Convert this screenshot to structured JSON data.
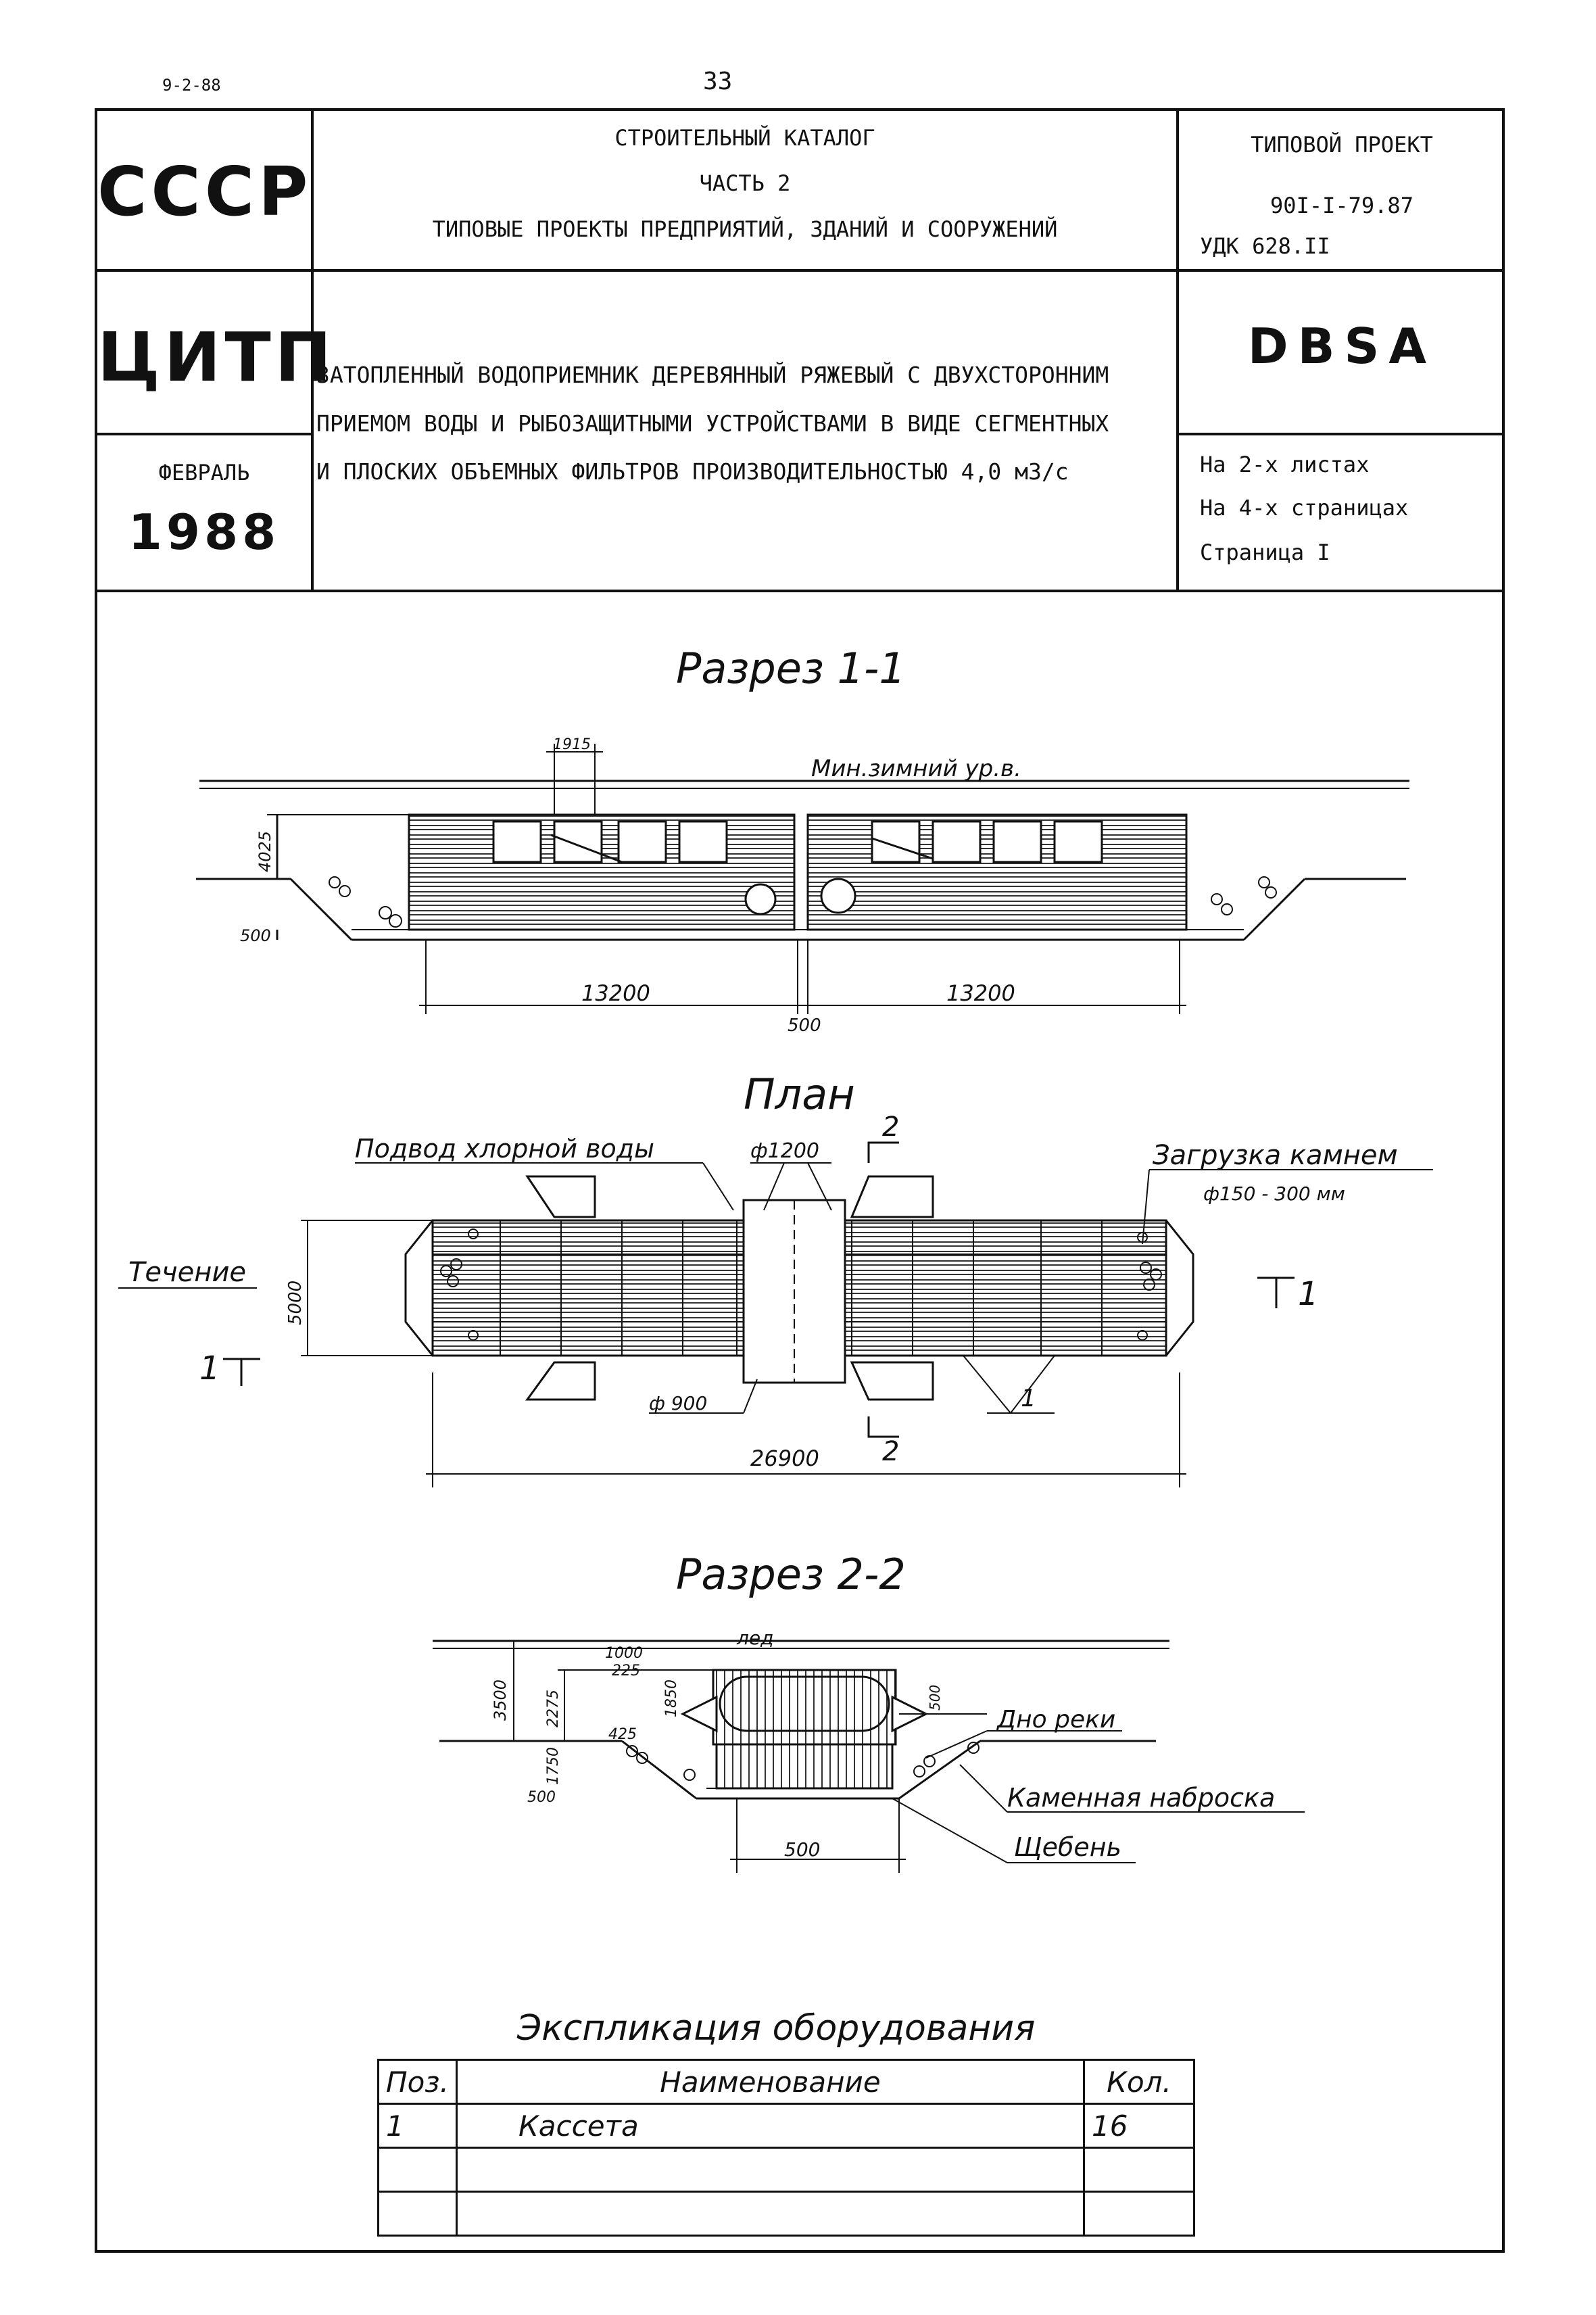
{
  "top": {
    "code": "9-2-88",
    "page_number": "33"
  },
  "header": {
    "org_left": "СССР",
    "catalog": {
      "line1": "СТРОИТЕЛЬНЫЙ КАТАЛОГ",
      "line2": "ЧАСТЬ 2",
      "line3": "ТИПОВЫЕ ПРОЕКТЫ ПРЕДПРИЯТИЙ, ЗДАНИЙ И СООРУЖЕНИЙ"
    },
    "project": {
      "label": "ТИПОВОЙ ПРОЕКТ",
      "number": "90I-I-79.87",
      "udk": "УДК 628.II"
    },
    "org2": "ЦИТП",
    "title_lines": [
      "ЗАТОПЛЕННЫЙ ВОДОПРИЕМНИК ДЕРЕВЯННЫЙ РЯЖЕВЫЙ С ДВУХСТОРОННИМ",
      "ПРИЕМОМ ВОДЫ И РЫБОЗАЩИТНЫМИ УСТРОЙСТВАМИ В ВИДЕ СЕГМЕНТНЫХ",
      "И ПЛОСКИХ ОБЪЕМНЫХ ФИЛЬТРОВ ПРОИЗВОДИТЕЛЬНОСТЬЮ 4,0 м3/с"
    ],
    "code": "DBSA",
    "month": "ФЕВРАЛЬ",
    "year": "1988",
    "sheets": "На 2-х листах",
    "pages": "На 4-х страницах",
    "page": "Страница I"
  },
  "drawing": {
    "section1": {
      "title": "Разрез 1-1",
      "level_label": "Мин.зимний ур.в.",
      "dims": {
        "top": "1915",
        "height": "4025",
        "base": "500",
        "left_len": "13200",
        "right_len": "13200",
        "gap": "500"
      }
    },
    "plan": {
      "title": "План",
      "chlorine_label": "Подвод хлорной воды",
      "pipe_label": "ф1200",
      "section_mark": "2",
      "stone_label": "Загрузка камнем",
      "stone_size": "ф150 - 300 мм",
      "flow_label": "Течение",
      "mark_left": "1",
      "mark_right": "1",
      "width_dim": "5000",
      "pipe2_label": "ф 900",
      "item_label": "1",
      "length_dim": "26900"
    },
    "section2": {
      "title": "Разрез 2-2",
      "ice_label": "лед",
      "dims": {
        "d1000": "1000",
        "d225": "225",
        "d1850": "1850",
        "d3500": "3500",
        "d2275": "2275",
        "d425": "425",
        "d500v": "500",
        "d1750": "1750",
        "d500": "500",
        "d500b": "500"
      },
      "riverbed_label": "Дно реки",
      "stone_label": "Каменная наброска",
      "gravel_label": "Щебень"
    }
  },
  "explication": {
    "title": "Экспликация оборудования",
    "headers": [
      "Поз.",
      "Наименование",
      "Кол."
    ],
    "rows": [
      [
        "1",
        "Кассета",
        "16"
      ],
      [
        "",
        "",
        ""
      ],
      [
        "",
        "",
        ""
      ]
    ]
  }
}
